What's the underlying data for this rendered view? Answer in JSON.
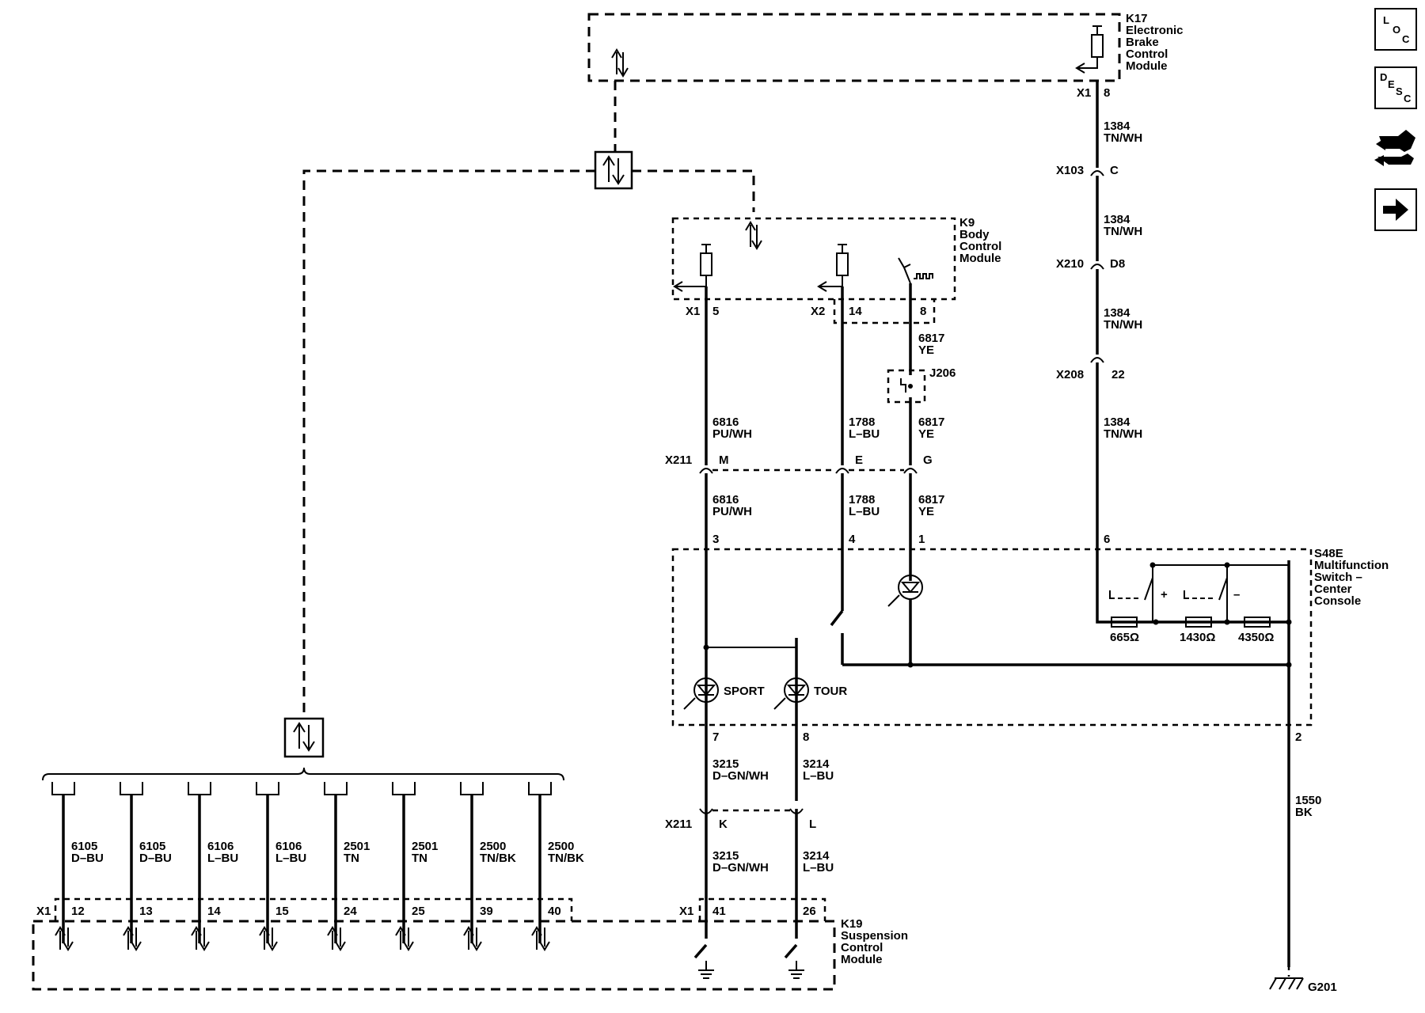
{
  "modules": {
    "k17": {
      "ref": "K17",
      "lines": [
        "Electronic",
        "Brake",
        "Control",
        "Module"
      ]
    },
    "k9": {
      "ref": "K9",
      "lines": [
        "Body",
        "Control",
        "Module"
      ]
    },
    "s48e": {
      "ref": "S48E",
      "lines": [
        "Multifunction",
        "Switch –",
        "Center",
        "Console"
      ]
    },
    "k19": {
      "ref": "K19",
      "lines": [
        "Suspension",
        "Control",
        "Module"
      ]
    }
  },
  "connectors": {
    "k17_x1": {
      "name": "X1",
      "pin": "8"
    },
    "x103": {
      "name": "X103",
      "pin": "C"
    },
    "x210": {
      "name": "X210",
      "pin": "D8"
    },
    "x208": {
      "name": "X208",
      "pin": "22"
    },
    "k9_x1": {
      "name": "X1",
      "pin": "5"
    },
    "k9_x2": {
      "name": "X2",
      "pin": "14"
    },
    "k9_pin8": "8",
    "j206": "J206",
    "x211_top": {
      "name": "X211",
      "pins": [
        "M",
        "E",
        "G"
      ]
    },
    "s48e_pins": {
      "p3": "3",
      "p4": "4",
      "p1": "1",
      "p6": "6",
      "p7": "7",
      "p8": "8",
      "p2": "2"
    },
    "x211_bottom": {
      "name": "X211",
      "pins": [
        "K",
        "L"
      ]
    },
    "k19_x1_left": {
      "name": "X1",
      "pins": [
        "12",
        "13",
        "14",
        "15",
        "24",
        "25",
        "39",
        "40"
      ]
    },
    "k19_x1_right": {
      "name": "X1",
      "pins": [
        "41",
        "26"
      ]
    }
  },
  "wires": {
    "w1384_a": {
      "circuit": "1384",
      "color": "TN/WH"
    },
    "w1384_b": {
      "circuit": "1384",
      "color": "TN/WH"
    },
    "w1384_c": {
      "circuit": "1384",
      "color": "TN/WH"
    },
    "w1384_d": {
      "circuit": "1384",
      "color": "TN/WH"
    },
    "w6817_a": {
      "circuit": "6817",
      "color": "YE"
    },
    "w6817_b": {
      "circuit": "6817",
      "color": "YE"
    },
    "w6817_c": {
      "circuit": "6817",
      "color": "YE"
    },
    "w6816_a": {
      "circuit": "6816",
      "color": "PU/WH"
    },
    "w6816_b": {
      "circuit": "6816",
      "color": "PU/WH"
    },
    "w1788_a": {
      "circuit": "1788",
      "color": "L–BU"
    },
    "w1788_b": {
      "circuit": "1788",
      "color": "L–BU"
    },
    "w3215_a": {
      "circuit": "3215",
      "color": "D–GN/WH"
    },
    "w3215_b": {
      "circuit": "3215",
      "color": "D–GN/WH"
    },
    "w3214_a": {
      "circuit": "3214",
      "color": "L–BU"
    },
    "w3214_b": {
      "circuit": "3214",
      "color": "L–BU"
    },
    "w1550": {
      "circuit": "1550",
      "color": "BK"
    },
    "bus": [
      {
        "circuit": "6105",
        "color": "D–BU"
      },
      {
        "circuit": "6105",
        "color": "D–BU"
      },
      {
        "circuit": "6106",
        "color": "L–BU"
      },
      {
        "circuit": "6106",
        "color": "L–BU"
      },
      {
        "circuit": "2501",
        "color": "TN"
      },
      {
        "circuit": "2501",
        "color": "TN"
      },
      {
        "circuit": "2500",
        "color": "TN/BK"
      },
      {
        "circuit": "2500",
        "color": "TN/BK"
      }
    ]
  },
  "resistors": [
    "665Ω",
    "1430Ω",
    "4350Ω"
  ],
  "switch_signs": [
    "+",
    "–"
  ],
  "indicators": {
    "sport": "SPORT",
    "tour": "TOUR"
  },
  "ground": "G201",
  "nav": {
    "loc": [
      "L",
      "O",
      "C"
    ],
    "desc": [
      "D",
      "E",
      "S",
      "C"
    ]
  }
}
